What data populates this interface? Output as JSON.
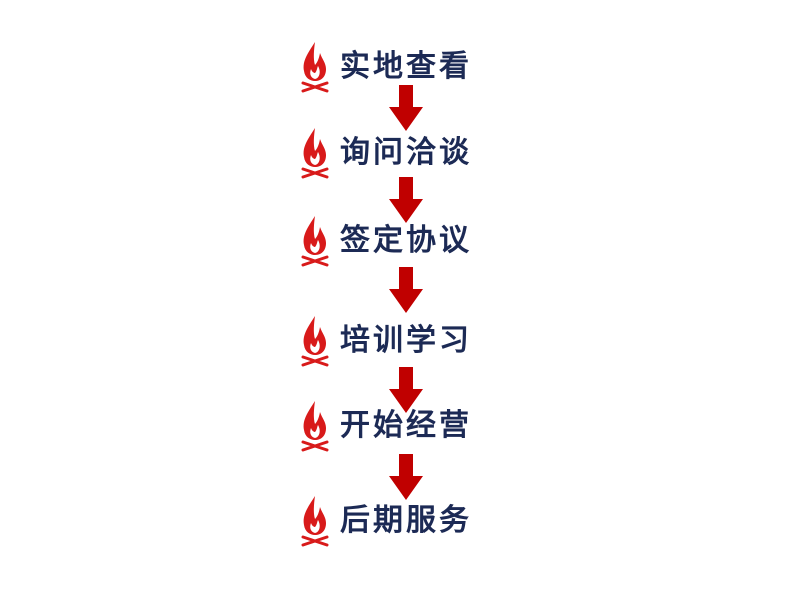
{
  "steps": [
    {
      "label": "实地查看",
      "icon": "flame-icon"
    },
    {
      "label": "询问洽谈",
      "icon": "flame-icon"
    },
    {
      "label": "签定协议",
      "icon": "flame-icon"
    },
    {
      "label": "培训学习",
      "icon": "flame-icon"
    },
    {
      "label": "开始经营",
      "icon": "flame-icon"
    },
    {
      "label": "后期服务",
      "icon": "flame-icon"
    }
  ],
  "colors": {
    "text": "#1c2a55",
    "arrow": "#c00000",
    "flame": "#d81a1a",
    "background": "#ffffff"
  }
}
